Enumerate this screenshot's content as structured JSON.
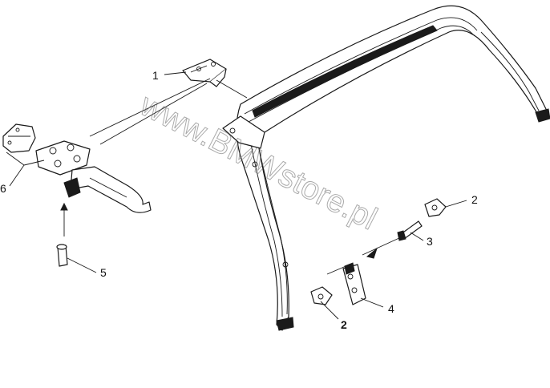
{
  "callouts": {
    "c1": "1",
    "c2a": "2",
    "c2b": "2",
    "c3": "3",
    "c4": "4",
    "c5": "5",
    "c6": "6"
  },
  "watermark": "www.BMWstore.pl"
}
